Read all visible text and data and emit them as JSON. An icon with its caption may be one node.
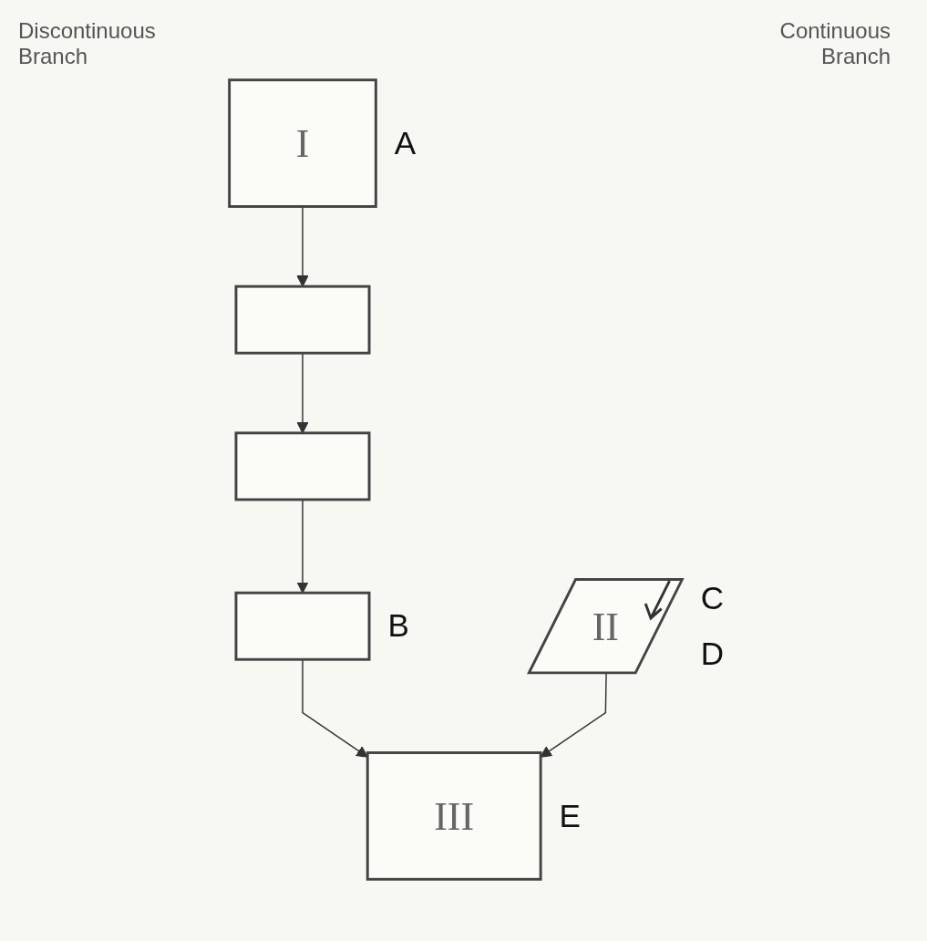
{
  "diagram": {
    "nodes": [
      {
        "text": [
          "I"
        ],
        "beside": [
          "A"
        ]
      },
      {
        "text": [],
        "shape": "box"
      },
      {
        "text": [],
        "shape": "box"
      },
      {
        "text": [],
        "shape": "box",
        "beside": [
          "B"
        ]
      },
      {
        "text": [
          "II"
        ],
        "beside": [
          "C",
          "D"
        ]
      },
      {
        "text": [
          "III"
        ],
        "beside": [
          "E"
        ]
      }
    ],
    "edges": [
      {
        "from": 0,
        "to": 1,
        "arrow": "to"
      },
      {
        "from": 1,
        "to": 2,
        "arrow": "to"
      },
      {
        "from": 2,
        "to": 3,
        "arrow": "to"
      },
      {
        "from": 3,
        "to": 5,
        "arrow": "to"
      },
      {
        "from": 4,
        "to": 5,
        "arrow": "to"
      }
    ],
    "labels": [
      "Discontinuous Branch",
      "Continuous Branch"
    ]
  }
}
